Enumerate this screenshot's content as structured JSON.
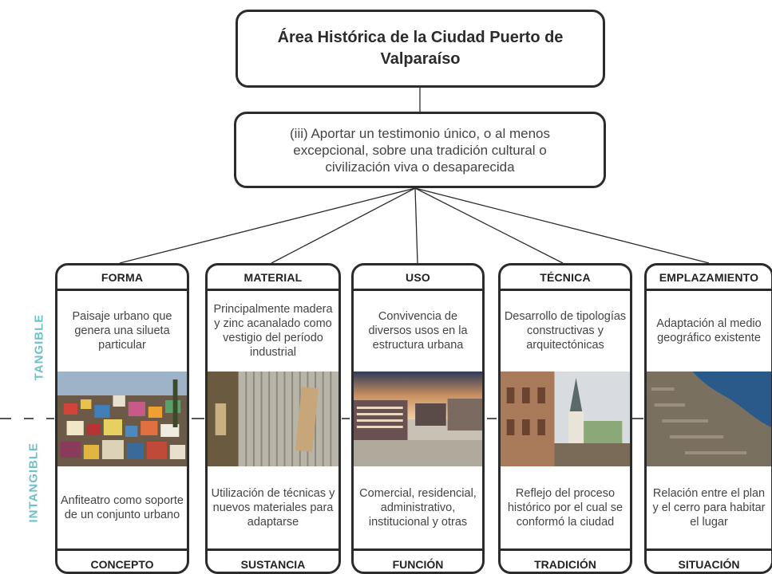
{
  "title": "Área Histórica de la Ciudad Puerto de Valparaíso",
  "criterion": "(iii) Aportar un testimonio único, o al menos excepcional, sobre una tradición cultural o civilización viva o desaparecida",
  "side_labels": {
    "tangible": "TANGIBLE",
    "intangible": "INTANGIBLE"
  },
  "colors": {
    "accent": "#6ec1c9",
    "border": "#2b2b2b"
  },
  "columns": [
    {
      "header": "FORMA",
      "tangible": "Paisaje urbano que genera una silueta particular",
      "intangible": "Anfiteatro como soporte de un conjunto urbano",
      "footer": "CONCEPTO",
      "photo": "colorful-hillside-houses"
    },
    {
      "header": "MATERIAL",
      "tangible": "Principalmente madera y zinc acanalado como vestigio del período industrial",
      "intangible": "Utilización de técnicas y nuevos materiales para adaptarse",
      "footer": "SUSTANCIA",
      "photo": "corrugated-zinc-wall"
    },
    {
      "header": "USO",
      "tangible": "Convivencia de diversos usos en la estructura urbana",
      "intangible": "Comercial, residencial, administrativo, institucional y otras",
      "footer": "FUNCIÓN",
      "photo": "urban-buildings-sunset"
    },
    {
      "header": "TÉCNICA",
      "tangible": "Desarrollo de tipologías constructivas y arquitectónicas",
      "intangible": "Reflejo del proceso histórico por el cual se conformó la ciudad",
      "footer": "TRADICIÓN",
      "photo": "church-steeple"
    },
    {
      "header": "EMPLAZAMIENTO",
      "tangible": "Adaptación al medio geográfico existente",
      "intangible": "Relación entre el plan y el cerro para habitar el lugar",
      "footer": "SITUACIÓN",
      "photo": "aerial-bay-view"
    }
  ]
}
